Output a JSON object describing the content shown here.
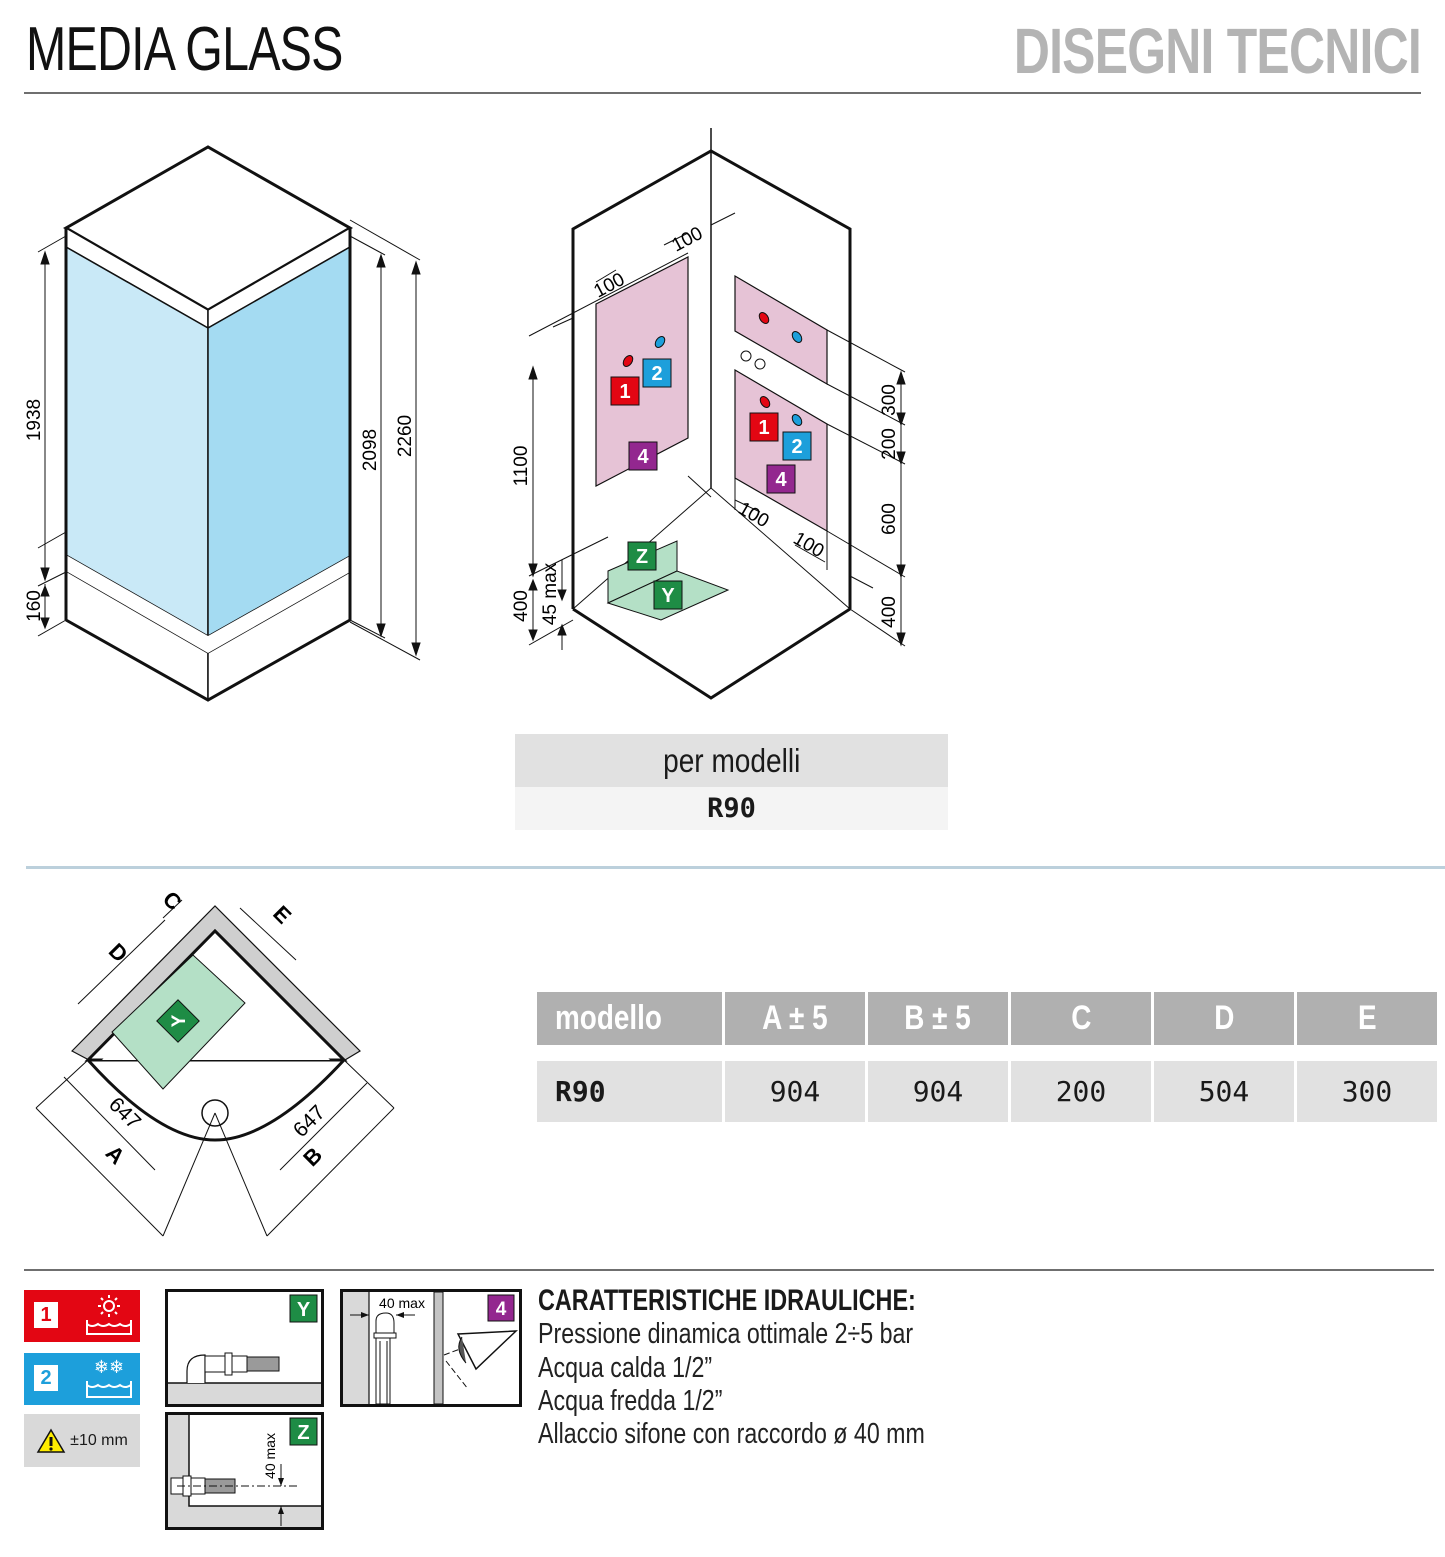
{
  "header": {
    "product_title": "MEDIA GLASS",
    "section_title": "DISEGNI TECNICI"
  },
  "colors": {
    "hot": "#e30613",
    "cold": "#1d9fdb",
    "massage": "#93278f",
    "drain": "#1e8c45",
    "zone_pink": "#e6c3d6",
    "zone_green": "#b4e0c6",
    "glass_light": "#c9e9f7",
    "glass_dark": "#a4dbf2",
    "header_grey": "#b0b0b0",
    "cell_grey": "#e1e1e1"
  },
  "elevation_drawing": {
    "dimensions": {
      "glass_height": "1938",
      "base_height": "160",
      "panel_height": "2098",
      "total_height": "2260"
    }
  },
  "connections_drawing": {
    "markers": {
      "hot": "1",
      "cold": "2",
      "massage": "4",
      "drain_wall": "Z",
      "drain_floor": "Y"
    },
    "dimensions": {
      "left_offset_1": "100",
      "left_offset_2": "100",
      "left_height": "1100",
      "left_base": "400",
      "drain_max": "45 max",
      "right_top": "300",
      "right_gap": "200",
      "right_zone": "600",
      "right_base": "400",
      "right_offset_1": "100",
      "right_offset_2": "100"
    }
  },
  "models_box": {
    "label": "per modelli",
    "value": "R90"
  },
  "plan_drawing": {
    "labels": {
      "A": "A",
      "B": "B",
      "C": "C",
      "D": "D",
      "E": "E",
      "Y": "Y",
      "side_a": "647",
      "side_b": "647"
    }
  },
  "dimensions_table": {
    "headers": [
      "modello",
      "A ± 5",
      "B ± 5",
      "C",
      "D",
      "E"
    ],
    "rows": [
      [
        "R90",
        "904",
        "904",
        "200",
        "504",
        "300"
      ]
    ]
  },
  "legend": {
    "hot": {
      "number": "1",
      "icon": "sun-water-icon"
    },
    "cold": {
      "number": "2",
      "icon": "snowflake-water-icon"
    },
    "tolerance": {
      "icon": "warning-icon",
      "text": "±10 mm"
    }
  },
  "detail_panels": {
    "y": {
      "badge": "Y"
    },
    "wall": {
      "label": "40 max"
    },
    "massage": {
      "badge": "4"
    },
    "z": {
      "badge": "Z",
      "label": "40 max"
    }
  },
  "hydraulics": {
    "title": "CARATTERISTICHE IDRAULICHE:",
    "lines": [
      "Pressione dinamica ottimale 2÷5 bar",
      "Acqua calda 1/2”",
      "Acqua fredda 1/2”",
      "Allaccio sifone con raccordo ø 40 mm"
    ]
  }
}
